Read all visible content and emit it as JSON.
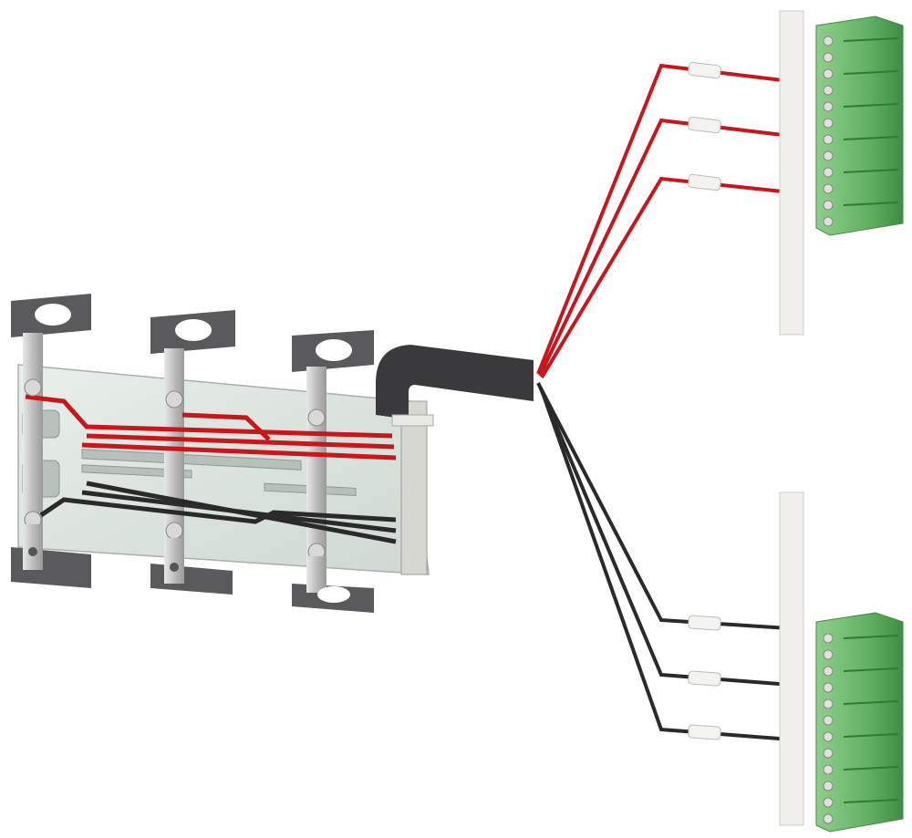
{
  "image": {
    "subject": "wiring-kit-render",
    "colors": {
      "background": "#ffffff",
      "red_wire": "#c8161b",
      "black_wire": "#2a2a2a",
      "cable_jacket": "#3a3a3c",
      "terminal_green": "#6cb86a",
      "terminal_dark_green": "#3f8c44",
      "strip_white": "#f2f0ec",
      "bracket_silver": "#c9c9c9",
      "mount_plate": "#5a5a5c",
      "clear_plate": "#d9e4dc"
    },
    "red_wire_count": 3,
    "black_wire_count": 3,
    "terminal_blocks": 2
  }
}
